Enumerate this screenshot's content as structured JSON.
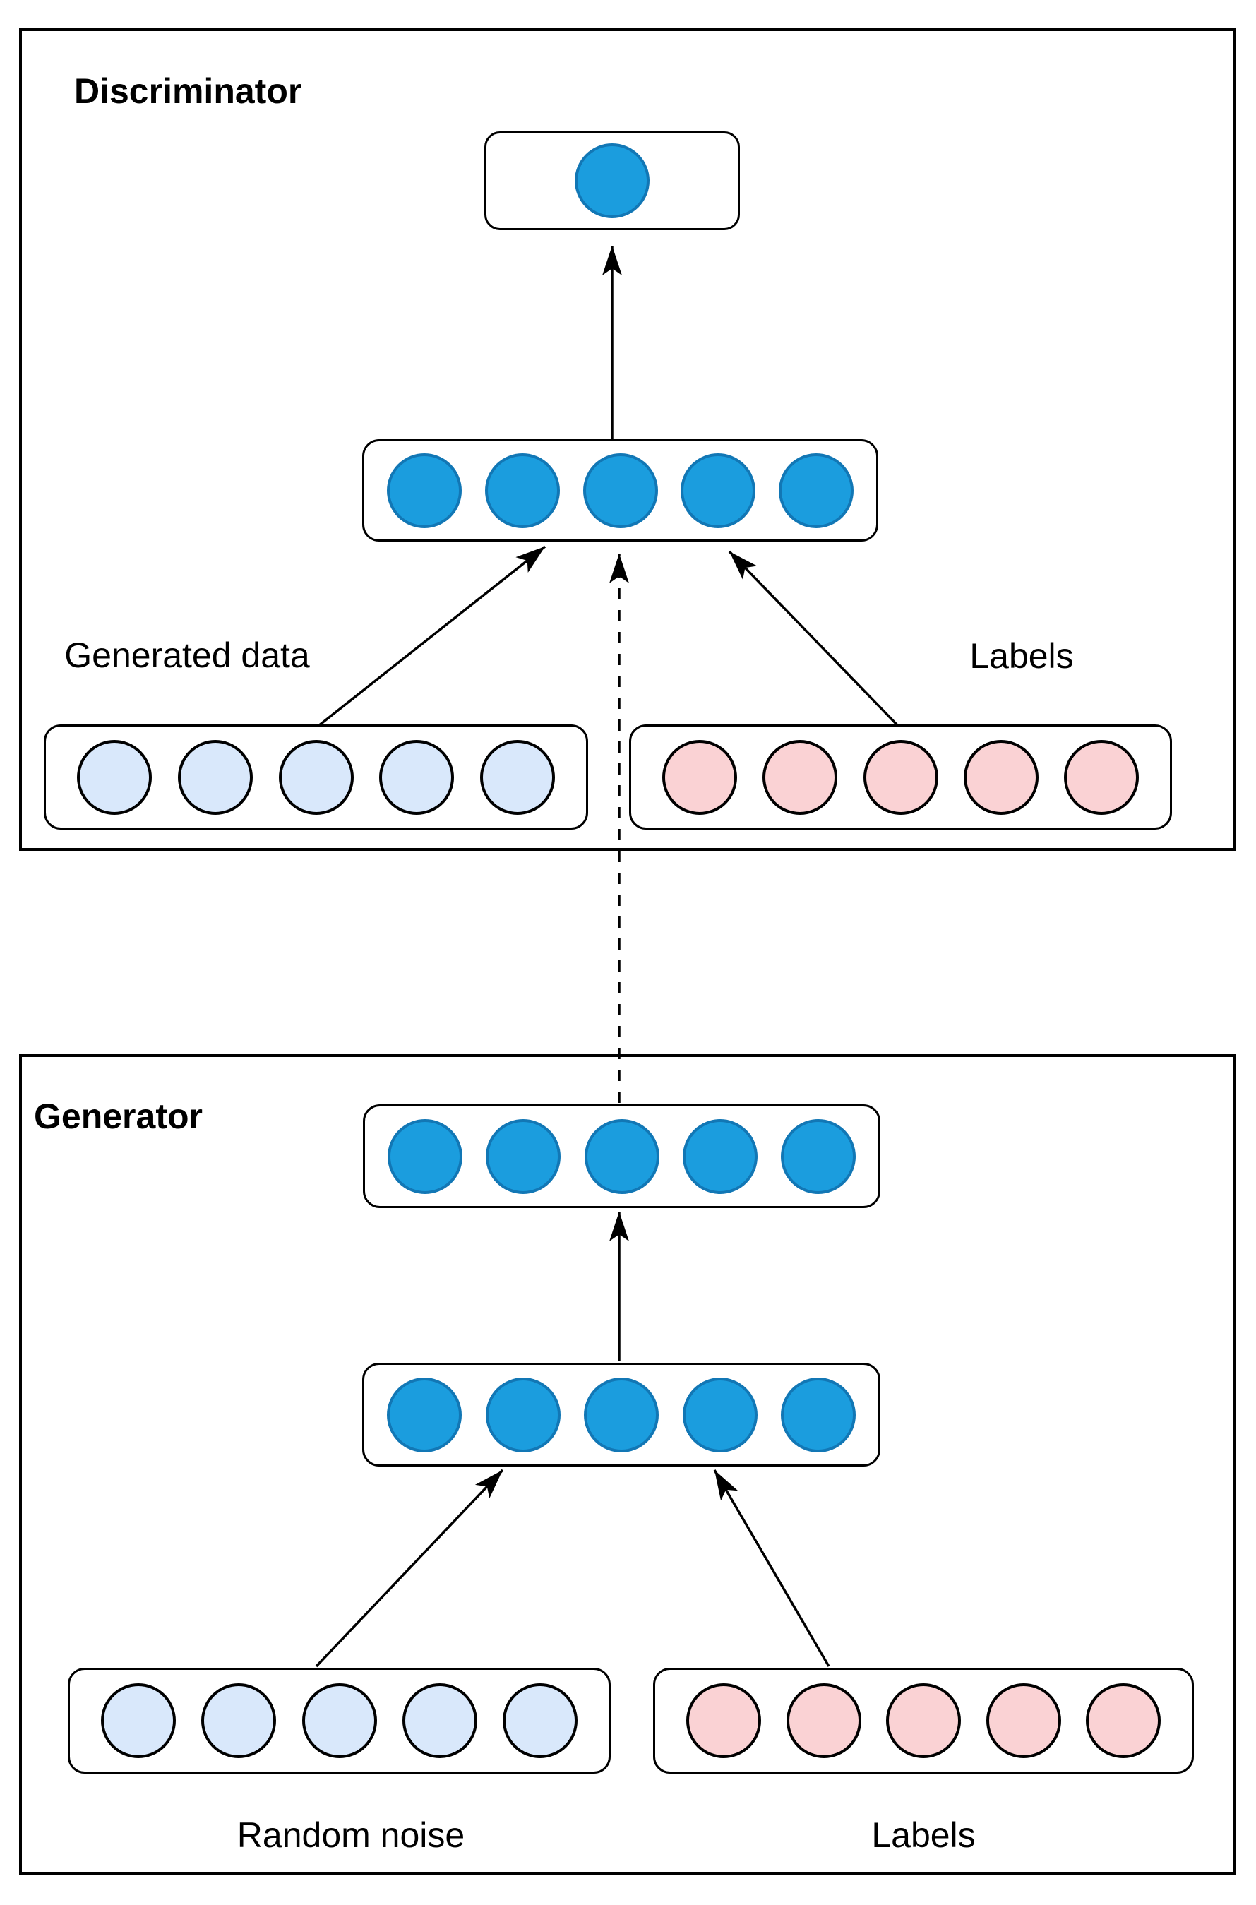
{
  "colors": {
    "node_blue": "#1B9DDE",
    "node_blue_border": "#1277B5",
    "node_light_blue": "#D9E8FB",
    "node_pink": "#FAD2D4",
    "line": "#000000"
  },
  "discriminator": {
    "title": "Discriminator",
    "output_layer": {
      "count": 1,
      "style": "blue",
      "node_name": "discriminator-output-neuron"
    },
    "hidden_layer": {
      "count": 5,
      "style": "blue",
      "node_name": "discriminator-hidden-neuron"
    },
    "generated_data": {
      "label": "Generated data",
      "count": 5,
      "style": "light-blue",
      "node_name": "generated-data-neuron"
    },
    "labels_input": {
      "label": "Labels",
      "count": 5,
      "style": "pink",
      "node_name": "discriminator-label-neuron"
    }
  },
  "generator": {
    "title": "Generator",
    "hidden_layer_2": {
      "count": 5,
      "style": "blue",
      "node_name": "generator-hidden2-neuron"
    },
    "hidden_layer_1": {
      "count": 5,
      "style": "blue",
      "node_name": "generator-hidden1-neuron"
    },
    "random_noise": {
      "label": "Random noise",
      "count": 5,
      "style": "light-blue",
      "node_name": "random-noise-neuron"
    },
    "labels_input": {
      "label": "Labels",
      "count": 5,
      "style": "pink",
      "node_name": "generator-label-neuron"
    }
  }
}
